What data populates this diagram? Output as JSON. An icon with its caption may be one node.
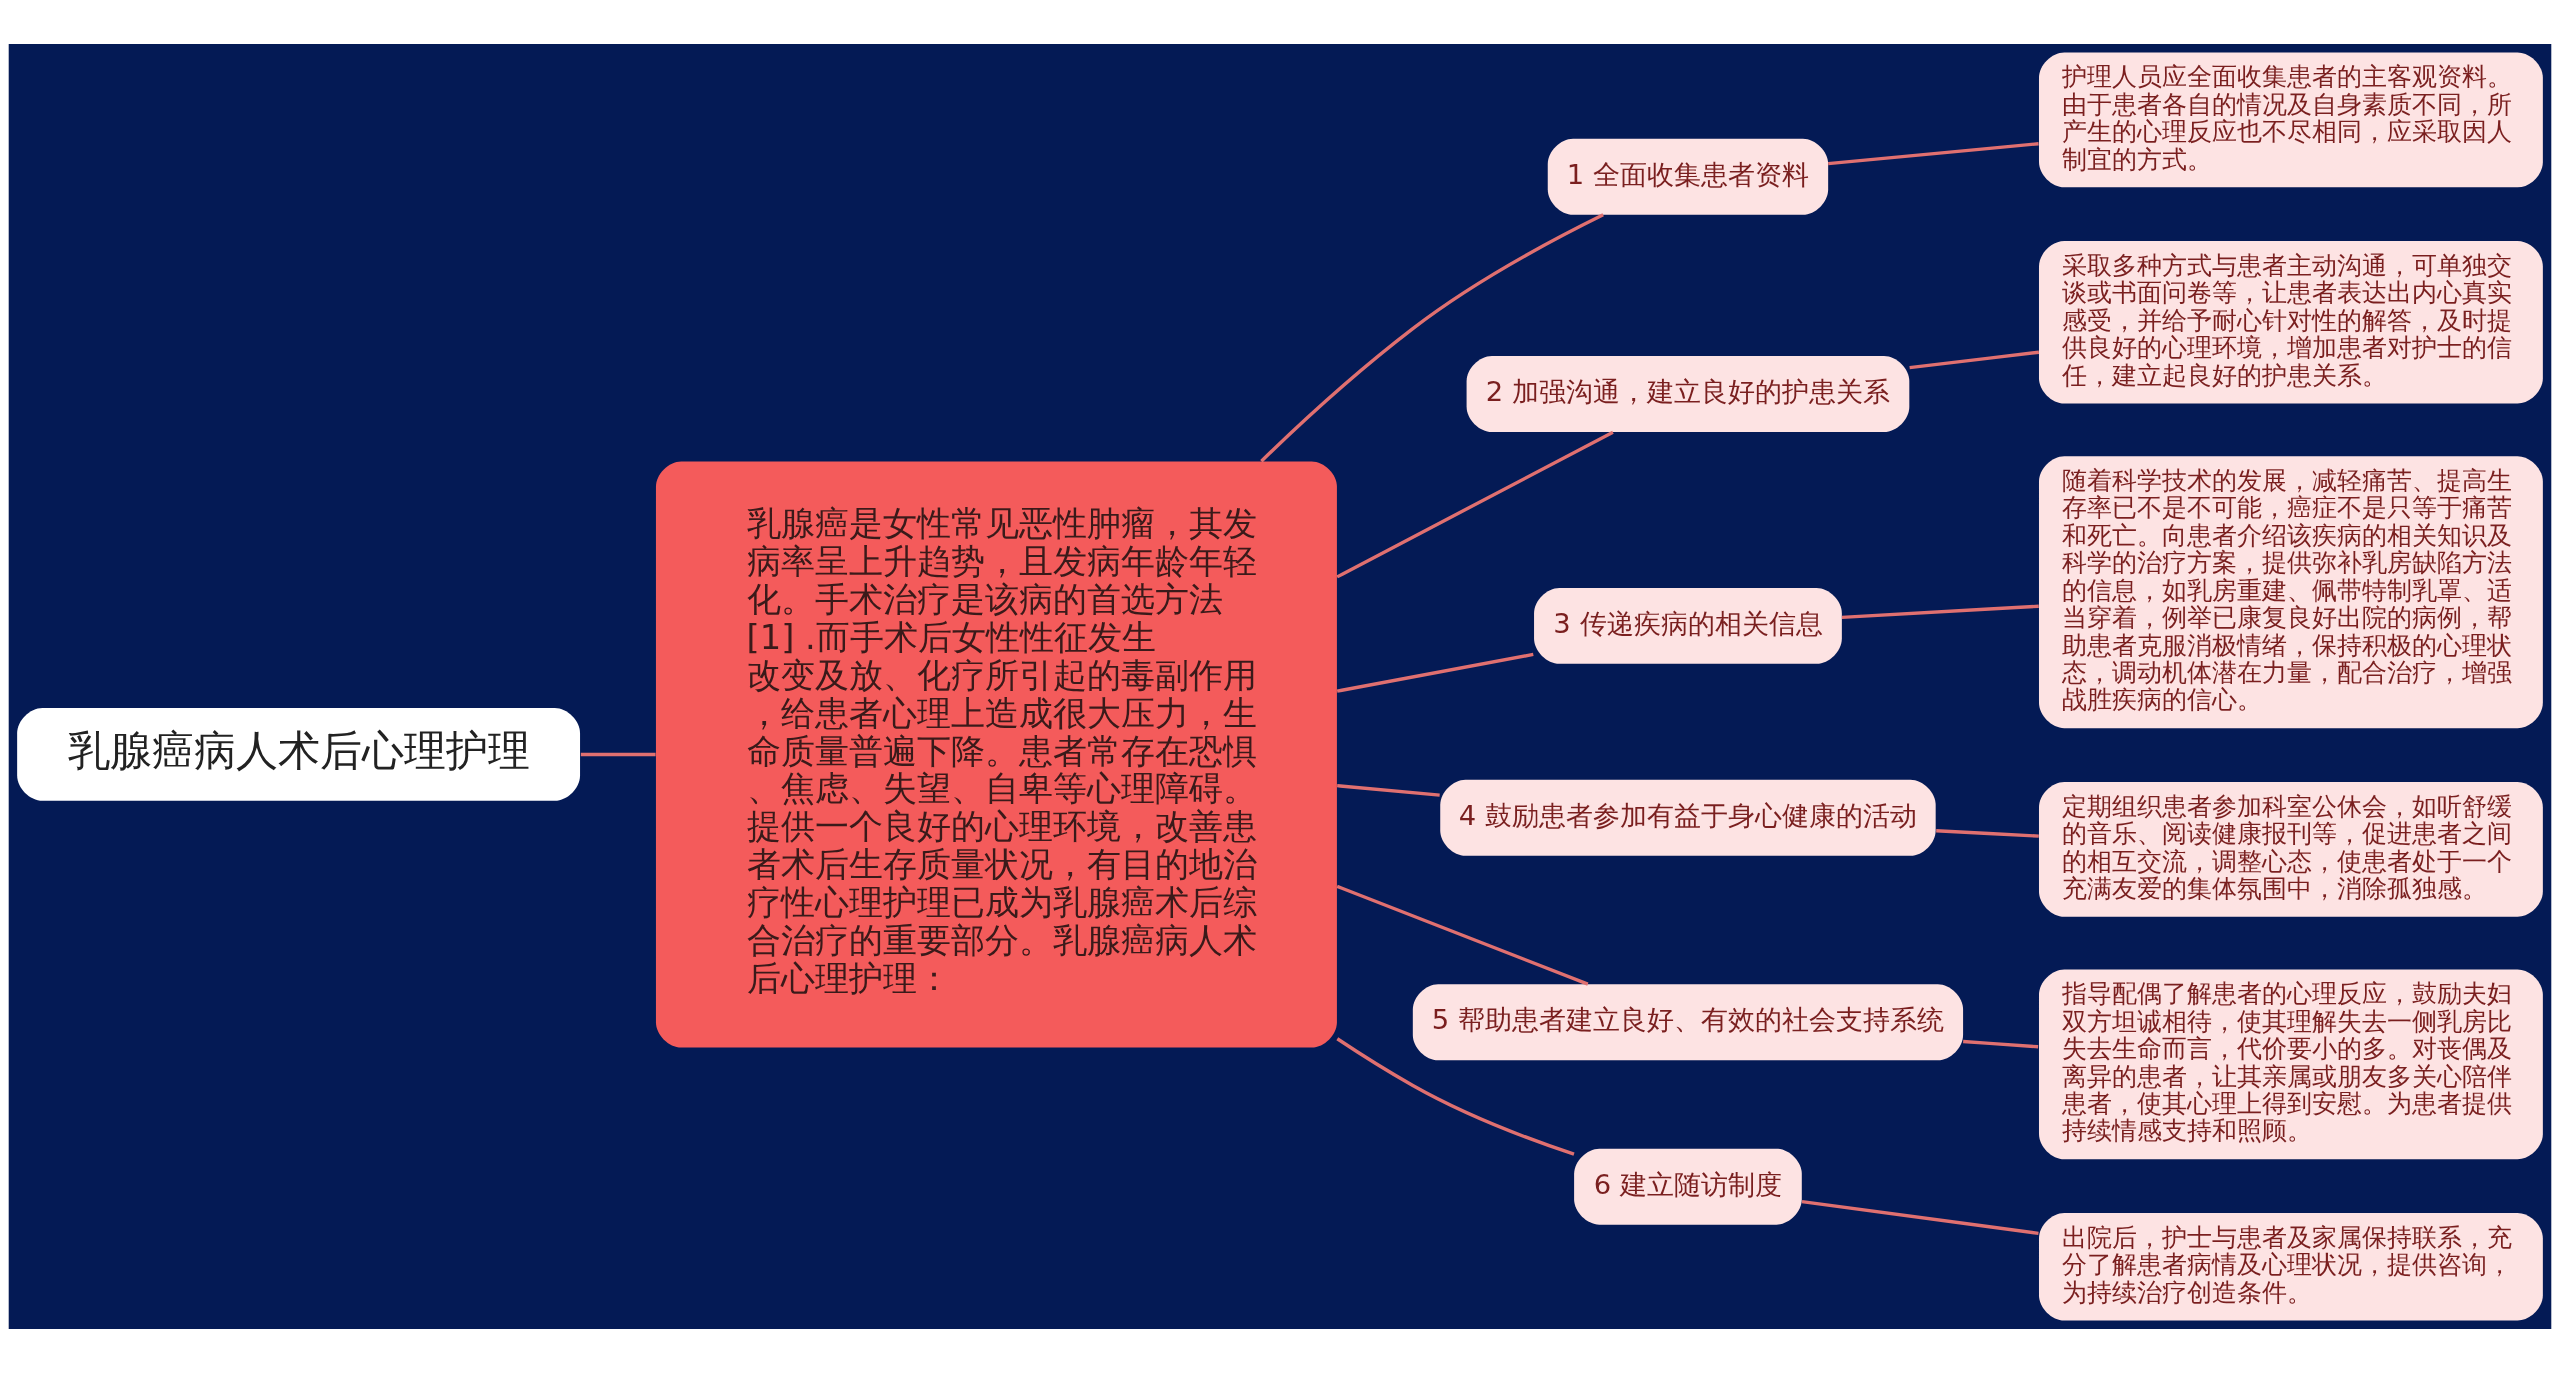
{
  "diagram": {
    "nodes": [
      {
        "text": [
          "乳腺癌病人术后心理护理"
        ]
      },
      {
        "text": [
          "乳腺癌是女性常见恶性肿瘤，其发病率呈上升趋势，且发病年龄年轻化。手术治疗是该病的首选方法 [1] .而手术后女性性征发生改变及放、化疗所引起的毒副作用，给患者心理上造成很大压力，生命质量普遍下降。患者常存在恐惧、焦虑、失望、自卑等心理障碍。提供一个良好的心理环境，改善患者术后生存质量状况，有目的地治疗性心理护理已成为乳腺癌术后综合治疗的重要部分。乳腺癌病人术后心理护理："
        ]
      },
      {
        "text": [
          "1 全面收集患者资料"
        ]
      },
      {
        "text": [
          "护理人员应全面收集患者的主客观资料。由于患者各自的情况及自身素质不同，所产生的心理反应也不尽相同，应采取因人制宜的方式。"
        ]
      },
      {
        "text": [
          "2 加强沟通，建立良好的护患关系"
        ]
      },
      {
        "text": [
          "采取多种方式与患者主动沟通，可单独交谈或书面问卷等，让患者表达出内心真实感受，并给予耐心针对性的解答，及时提供良好的心理环境，增加患者对护士的信任，建立起良好的护患关系。"
        ]
      },
      {
        "text": [
          "3 传递疾病的相关信息"
        ]
      },
      {
        "text": [
          "随着科学技术的发展，减轻痛苦、提高生存率已不是不可能，癌症不是只等于痛苦和死亡。向患者介绍该疾病的相关知识及科学的治疗方案，提供弥补乳房缺陷方法的信息，如乳房重建、佩带特制乳罩、适当穿着，例举已康复良好出院的病例，帮助患者克服消极情绪，保持积极的心理状态，调动机体潜在力量，配合治疗，增强战胜疾病的信心。"
        ]
      },
      {
        "text": [
          "4 鼓励患者参加有益于身心健康的活动"
        ]
      },
      {
        "text": [
          "定期组织患者参加科室公休会，如听舒缓的音乐、阅读健康报刊等，促进患者之间的相互交流，调整心态，使患者处于一个充满友爱的集体氛围中，消除孤独感。"
        ]
      },
      {
        "text": [
          "5 帮助患者建立良好、有效的社会支持系统"
        ]
      },
      {
        "text": [
          "指导配偶了解患者的心理反应，鼓励夫妇双方坦诚相待，使其理解失去一侧乳房比失去生命而言，代价要小的多。对丧偶及离异的患者，让其亲属或朋友多关心陪伴患者，使其心理上得到安慰。为患者提供持续情感支持和照顾。"
        ]
      },
      {
        "text": [
          "6 建立随访制度"
        ]
      },
      {
        "text": [
          "出院后，护士与患者及家属保持联系，充分了解患者病情及心理状况，提供咨询，为持续治疗创造条件。"
        ]
      }
    ],
    "edges": [
      {
        "from": 0,
        "to": 1,
        "arrow": "none"
      },
      {
        "from": 1,
        "to": 2,
        "arrow": "none"
      },
      {
        "from": 2,
        "to": 3,
        "arrow": "none"
      },
      {
        "from": 1,
        "to": 4,
        "arrow": "none"
      },
      {
        "from": 4,
        "to": 5,
        "arrow": "none"
      },
      {
        "from": 1,
        "to": 6,
        "arrow": "none"
      },
      {
        "from": 6,
        "to": 7,
        "arrow": "none"
      },
      {
        "from": 1,
        "to": 8,
        "arrow": "none"
      },
      {
        "from": 8,
        "to": 9,
        "arrow": "none"
      },
      {
        "from": 1,
        "to": 10,
        "arrow": "none"
      },
      {
        "from": 10,
        "to": 11,
        "arrow": "none"
      },
      {
        "from": 1,
        "to": 12,
        "arrow": "none"
      },
      {
        "from": 12,
        "to": 13,
        "arrow": "none"
      }
    ]
  }
}
